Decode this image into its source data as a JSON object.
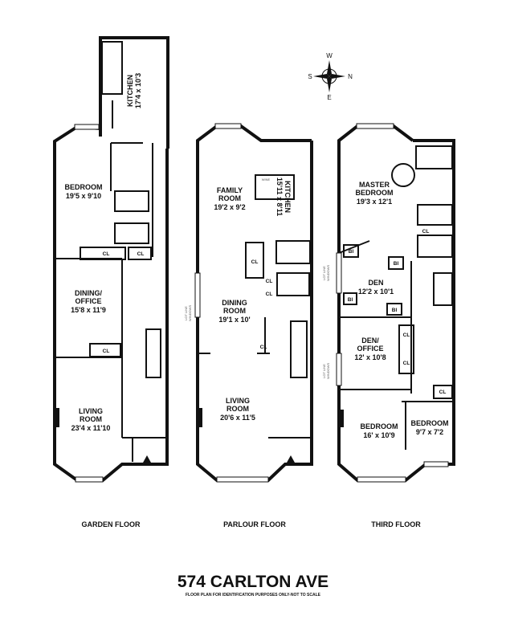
{
  "title": "574 CARLTON AVE",
  "subtitle": "FLOOR PLAN FOR IDENTIFICATION PURPOSES ONLY-NOT TO SCALE",
  "compass": {
    "n": "N",
    "s": "S",
    "e": "E",
    "w": "W"
  },
  "floors": {
    "garden": {
      "label": "GARDEN FLOOR",
      "kitchen": {
        "name": "KITCHEN",
        "dim": "17'4 x 10'3"
      },
      "bedroom": {
        "name": "BEDROOM",
        "dim": "19'5 x 9'10"
      },
      "dining": {
        "name": "DINING/",
        "name2": "OFFICE",
        "dim": "15'8 x 11'9"
      },
      "living": {
        "name": "LIVING",
        "name2": "ROOM",
        "dim": "23'4 x 11'10"
      },
      "cl": "CL"
    },
    "parlour": {
      "label": "PARLOUR FLOOR",
      "family": {
        "name": "FAMILY",
        "name2": "ROOM",
        "dim": "19'2 x 9'2"
      },
      "kitchen": {
        "name": "KITCHEN",
        "dim": "15'11 x 8'11"
      },
      "dining": {
        "name": "DINING",
        "name2": "ROOM",
        "dim": "19'1 x 10'"
      },
      "living": {
        "name": "LIVING",
        "name2": "ROOM",
        "dim": "20'6 x 11'5"
      },
      "lot_line": "LOT LINE",
      "windows": "WINDOWS",
      "wine": "WINE",
      "cl": "CL"
    },
    "third": {
      "label": "THIRD FLOOR",
      "master": {
        "name": "MASTER",
        "name2": "BEDROOM",
        "dim": "19'3 x 12'1"
      },
      "den": {
        "name": "DEN",
        "dim": "12'2 x 10'1"
      },
      "den_office": {
        "name": "DEN/",
        "name2": "OFFICE",
        "dim": "12' x 10'8"
      },
      "bedroom1": {
        "name": "BEDROOM",
        "dim": "16' x 10'9"
      },
      "bedroom2": {
        "name": "BEDROOM",
        "dim": "9'7 x 7'2"
      },
      "lot_line": "LOT LINE",
      "windows": "WINDOWS",
      "cl": "CL",
      "bi": "BI"
    }
  }
}
